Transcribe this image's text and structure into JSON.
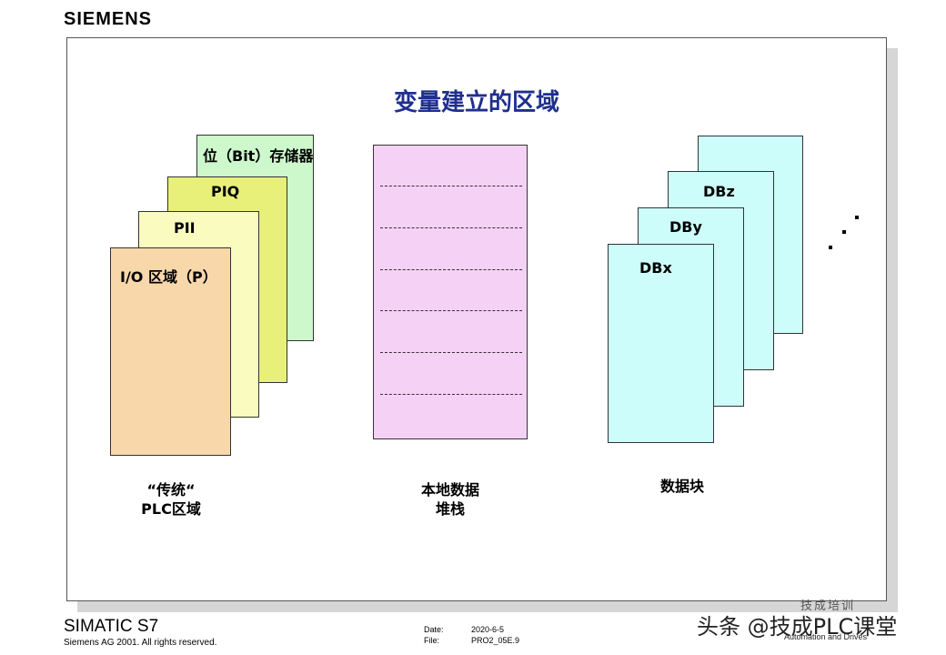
{
  "header": {
    "brand": "SIEMENS"
  },
  "slide": {
    "title": "变量建立的区域",
    "plc_group": {
      "cards": [
        {
          "label": "位（Bit）存储器",
          "color": "#ccf8cc"
        },
        {
          "label": "PIQ",
          "color": "#e8f07a"
        },
        {
          "label": "PII",
          "color": "#fafbbf"
        },
        {
          "label": "I/O 区域（P）",
          "color": "#f8d8aa"
        }
      ],
      "caption_line1": "“传统“",
      "caption_line2": "PLC区域"
    },
    "local_stack": {
      "color": "#f5d2f5",
      "caption_line1": "本地数据",
      "caption_line2": "堆栈"
    },
    "db_group": {
      "cards": [
        {
          "label": "",
          "color": "#cdfdfa"
        },
        {
          "label": "DBz",
          "color": "#cdfdfa"
        },
        {
          "label": "DBy",
          "color": "#cdfdfa"
        },
        {
          "label": "DBx",
          "color": "#cdfdfa"
        }
      ],
      "caption": "数据块"
    }
  },
  "footer": {
    "product": "SIMATIC S7",
    "copyright": "Siemens AG 2001. All rights reserved.",
    "date_label": "Date:",
    "date_value": "2020-6-5",
    "file_label": "File:",
    "file_value": "PRO2_05E.9",
    "watermark": "头条 @技成PLC课堂",
    "top_right_fragment": "技成培训",
    "automation": "Automation and Drives"
  }
}
